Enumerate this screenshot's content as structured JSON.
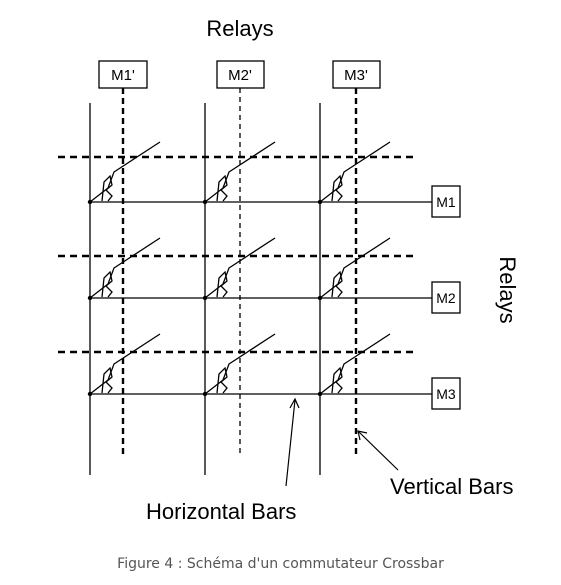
{
  "diagram": {
    "top_label": "Relays",
    "right_label": "Relays",
    "top_relays": [
      "M1'",
      "M2'",
      "M3'"
    ],
    "side_relays": [
      "M1",
      "M2",
      "M3"
    ],
    "horizontal_bars_label": "Horizontal Bars",
    "vertical_bars_label": "Vertical Bars"
  },
  "caption": "Figure 4 : Schéma d'un commutateur Crossbar",
  "colors": {
    "line": "#000000",
    "caption": "#555555"
  }
}
